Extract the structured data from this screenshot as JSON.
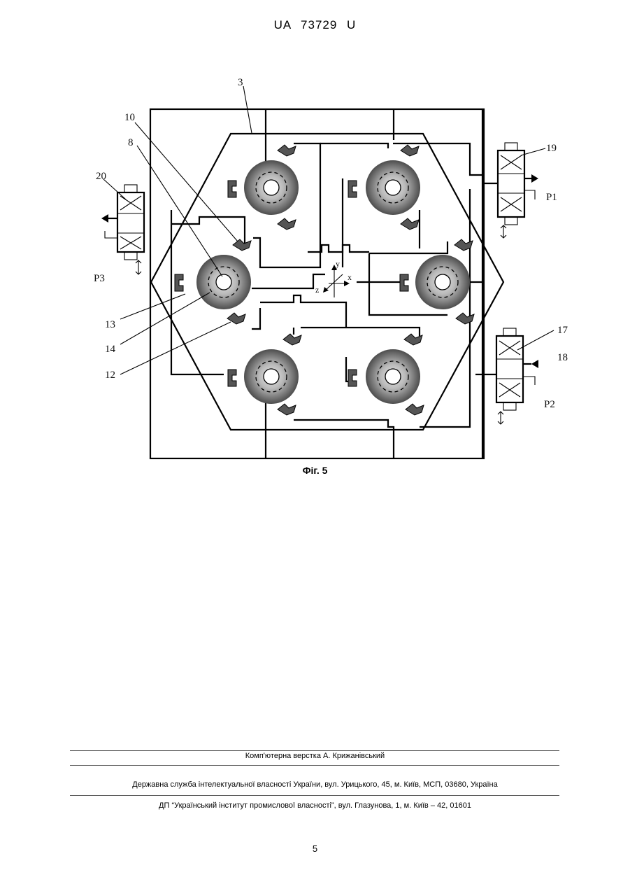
{
  "header": {
    "text": "UA 73729 U"
  },
  "figure": {
    "caption": "Фіг. 5",
    "labels": {
      "l3": "3",
      "l10": "10",
      "l8": "8",
      "l20": "20",
      "l19": "19",
      "lP1": "P1",
      "lP3": "P3",
      "l13": "13",
      "l14": "14",
      "l12": "12",
      "l17": "17",
      "l18": "18",
      "lP2": "P2"
    },
    "axes": {
      "x": "x",
      "y": "y",
      "z": "z"
    }
  },
  "footer": {
    "layout_credit": "Комп'ютерна верстка А. Крижанівський",
    "agency": "Державна служба інтелектуальної власності України, вул. Урицького, 45, м. Київ, МСП, 03680, Україна",
    "institute": "ДП “Український інститут промислової власності”, вул. Глазунова, 1, м. Київ – 42, 01601"
  },
  "page_number": "5"
}
